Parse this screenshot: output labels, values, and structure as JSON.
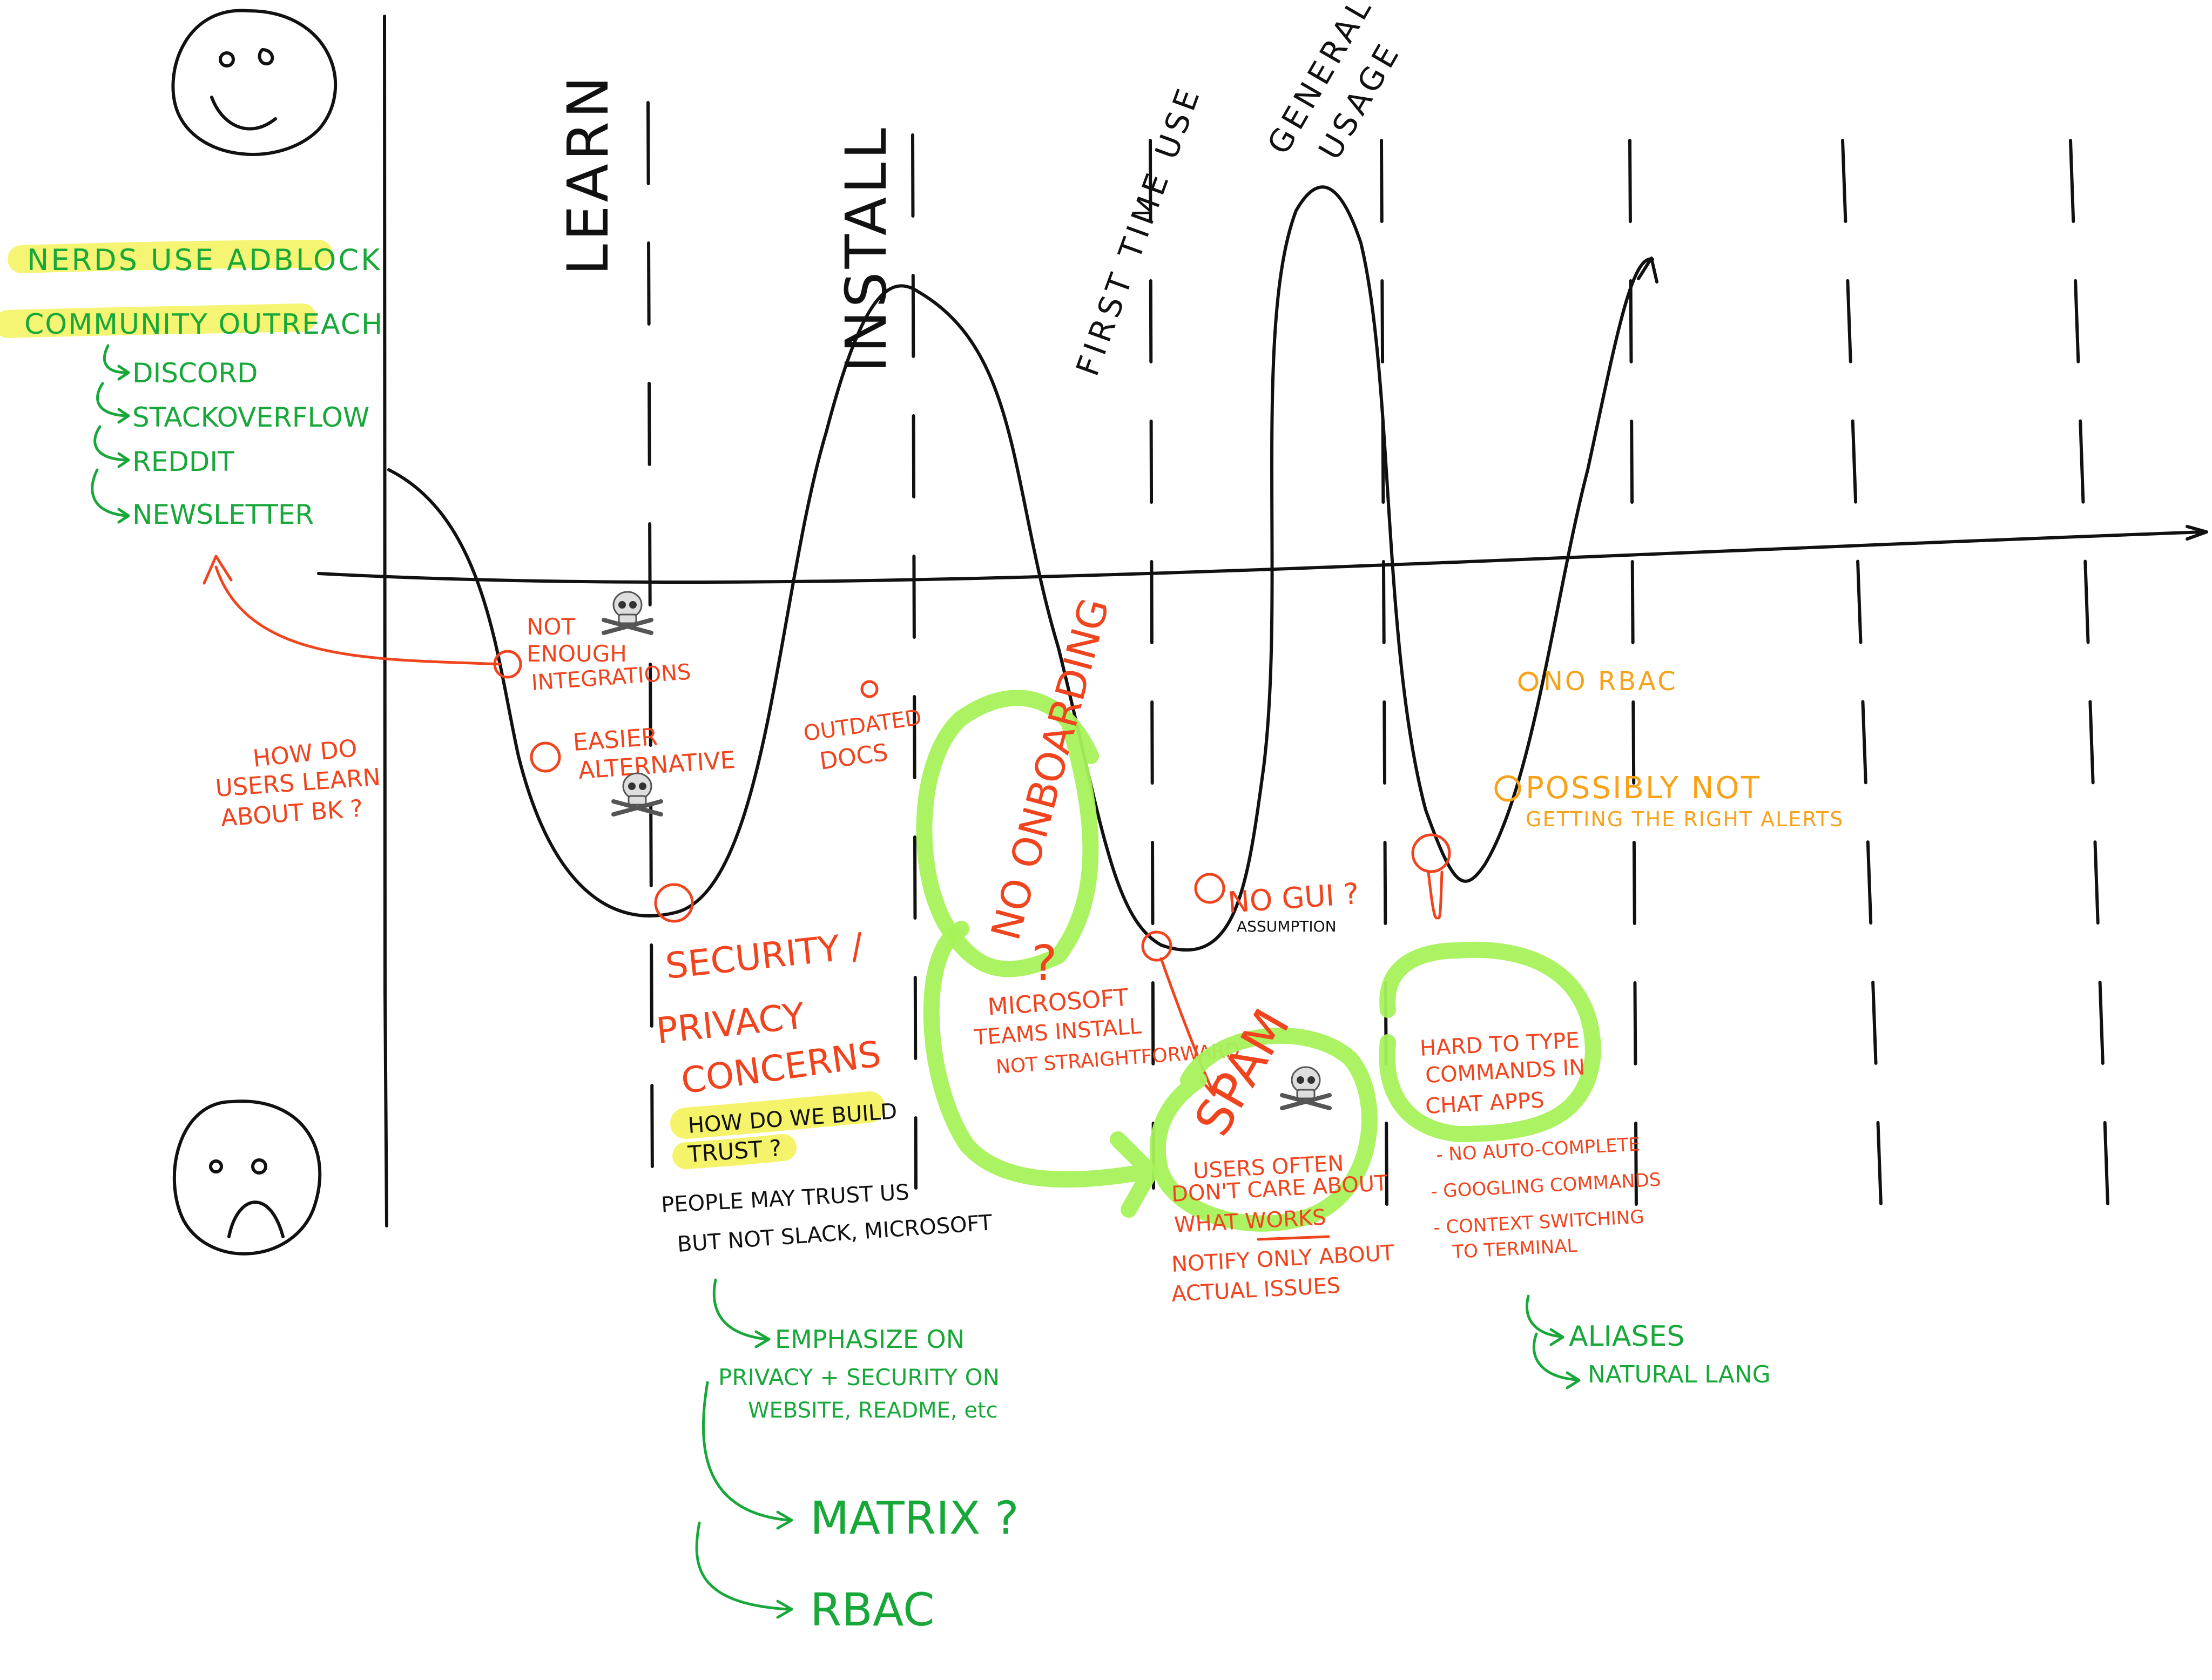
{
  "colors": {
    "black": "#111111",
    "red": "#f0441e",
    "green": "#18a83a",
    "orange": "#f7a21b",
    "highlight": "#f4f25a",
    "circle": "#a6f25a"
  },
  "icons": {
    "happy_face": "happy-face-icon",
    "sad_face": "sad-face-icon",
    "skull": "skull-crossbones-icon"
  },
  "stages": {
    "learn": "LEARN",
    "install": "INSTALL",
    "first_time_use": "FIRST TIME USE",
    "general_usage_1": "GENERAL",
    "general_usage_2": "USAGE"
  },
  "outreach": {
    "nerds_adblock": "NERDS USE ADBLOCK",
    "community_outreach": "COMMUNITY OUTREACH",
    "channels": [
      "DISCORD",
      "STACKOVERFLOW",
      "REDDIT",
      "NEWSLETTER"
    ]
  },
  "learn_notes": {
    "how_do_users_1": "HOW DO",
    "how_do_users_2": "USERS LEARN",
    "how_do_users_3": "ABOUT BK ?",
    "not_enough_1": "NOT",
    "not_enough_2": "ENOUGH",
    "not_enough_3": "INTEGRATIONS",
    "easier_1": "EASIER",
    "easier_2": "ALTERNATIVE"
  },
  "install_notes": {
    "outdated_1": "OUTDATED",
    "outdated_2": "DOCS",
    "security_1": "SECURITY /",
    "security_2": "PRIVACY",
    "security_3": "CONCERNS",
    "trust_1": "HOW DO WE BUILD",
    "trust_2": "TRUST ?",
    "people_1": "PEOPLE MAY TRUST US",
    "people_2": "BUT NOT SLACK, MICROSOFT",
    "emphasize_1": "EMPHASIZE ON",
    "emphasize_2": "PRIVACY + SECURITY ON",
    "emphasize_3": "WEBSITE, README, etc",
    "matrix": "MATRIX ?",
    "rbac": "RBAC"
  },
  "first_use_notes": {
    "no_onboarding": "NO ONBOARDING",
    "question": "?",
    "teams_1": "MICROSOFT",
    "teams_2": "TEAMS INSTALL",
    "teams_3": "NOT STRAIGHTFORWARD",
    "no_gui": "NO GUI ?",
    "assumption": "ASSUMPTION"
  },
  "usage_notes": {
    "spam": "SPAM",
    "users_1": "USERS OFTEN",
    "users_2": "DON'T CARE ABOUT",
    "users_3": "WHAT WORKS",
    "notify_1": "NOTIFY ONLY ABOUT",
    "notify_2": "ACTUAL ISSUES",
    "hard_1": "HARD TO TYPE",
    "hard_2": "COMMANDS IN",
    "hard_3": "CHAT APPS",
    "bullets": [
      "- NO AUTO-COMPLETE",
      "- GOOGLING COMMANDS",
      "- CONTEXT SWITCHING",
      "TO TERMINAL"
    ],
    "aliases": "ALIASES",
    "natural_lang": "NATURAL LANG",
    "no_rbac": "NO RBAC",
    "alerts_1": "POSSIBLY NOT",
    "alerts_2": "GETTING THE RIGHT ALERTS"
  }
}
